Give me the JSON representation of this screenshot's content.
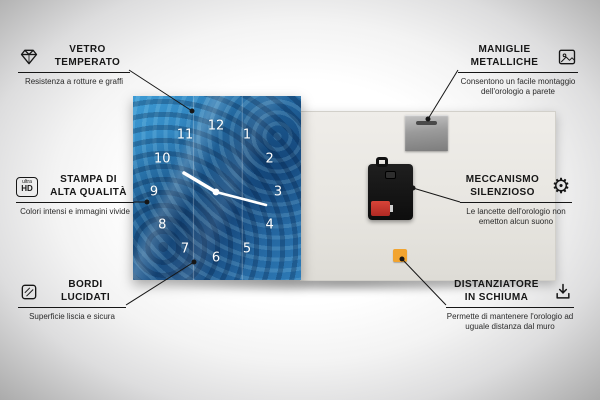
{
  "product": {
    "clock": {
      "numbers": [
        "12",
        "1",
        "2",
        "3",
        "4",
        "5",
        "6",
        "7",
        "8",
        "9",
        "10",
        "11"
      ]
    }
  },
  "features": {
    "left": [
      {
        "title1": "VETRO",
        "title2": "TEMPERATO",
        "desc": "Resistenza a rotture e graffi",
        "icon": "diamond-icon"
      },
      {
        "title1": "STAMPA DI",
        "title2": "ALTA QUALITÀ",
        "desc": "Colori intensi e immagini vivide",
        "icon": "ultra-hd-icon"
      },
      {
        "title1": "BORDI",
        "title2": "LUCIDATI",
        "desc": "Superficie liscia e sicura",
        "icon": "polished-edge-icon"
      }
    ],
    "right": [
      {
        "title1": "MANIGLIE",
        "title2": "METALLICHE",
        "desc": "Consentono un facile montaggio dell'orologio a parete",
        "icon": "picture-frame-icon"
      },
      {
        "title1": "MECCANISMO",
        "title2": "SILENZIOSO",
        "desc": "Le lancette dell'orologio non emetton alcun suono",
        "icon": "gear-icon"
      },
      {
        "title1": "DISTANZIATORE",
        "title2": "IN SCHIUMA",
        "desc": "Permette di mantenere l'orologio ad uguale distanza dal muro",
        "icon": "foam-spacer-icon"
      }
    ]
  },
  "icons": {
    "ultra_hd_top": "ultra",
    "ultra_hd_bottom": "HD",
    "gear_glyph": "⚙"
  },
  "colors": {
    "clock_blue": "#2e7cb8",
    "foam_orange": "#f2a42f",
    "battery_red": "#c23a30",
    "line_black": "#161616"
  }
}
